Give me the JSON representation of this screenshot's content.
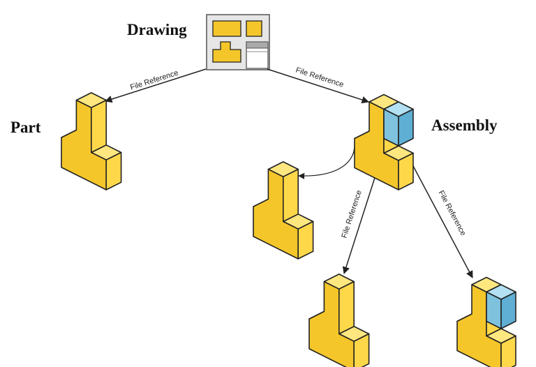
{
  "labels": {
    "drawing": "Drawing",
    "part": "Part",
    "assembly": "Assembly"
  },
  "edges": {
    "drawing_to_part": "File Reference",
    "drawing_to_assembly": "File Reference",
    "assembly_to_child_part": "File Reference",
    "assembly_to_subassembly": "File Reference"
  },
  "colors": {
    "part_top": "#FFE780",
    "part_front": "#F4C62A",
    "part_side": "#FFD84A",
    "part_outline": "#222222",
    "component_top": "#B3E0F2",
    "component_front": "#7FC2DE",
    "component_side": "#5FAED4",
    "drawing_sheet": "#E6E6E6",
    "drawing_block": "#F4C62A",
    "edge": "#222222"
  }
}
